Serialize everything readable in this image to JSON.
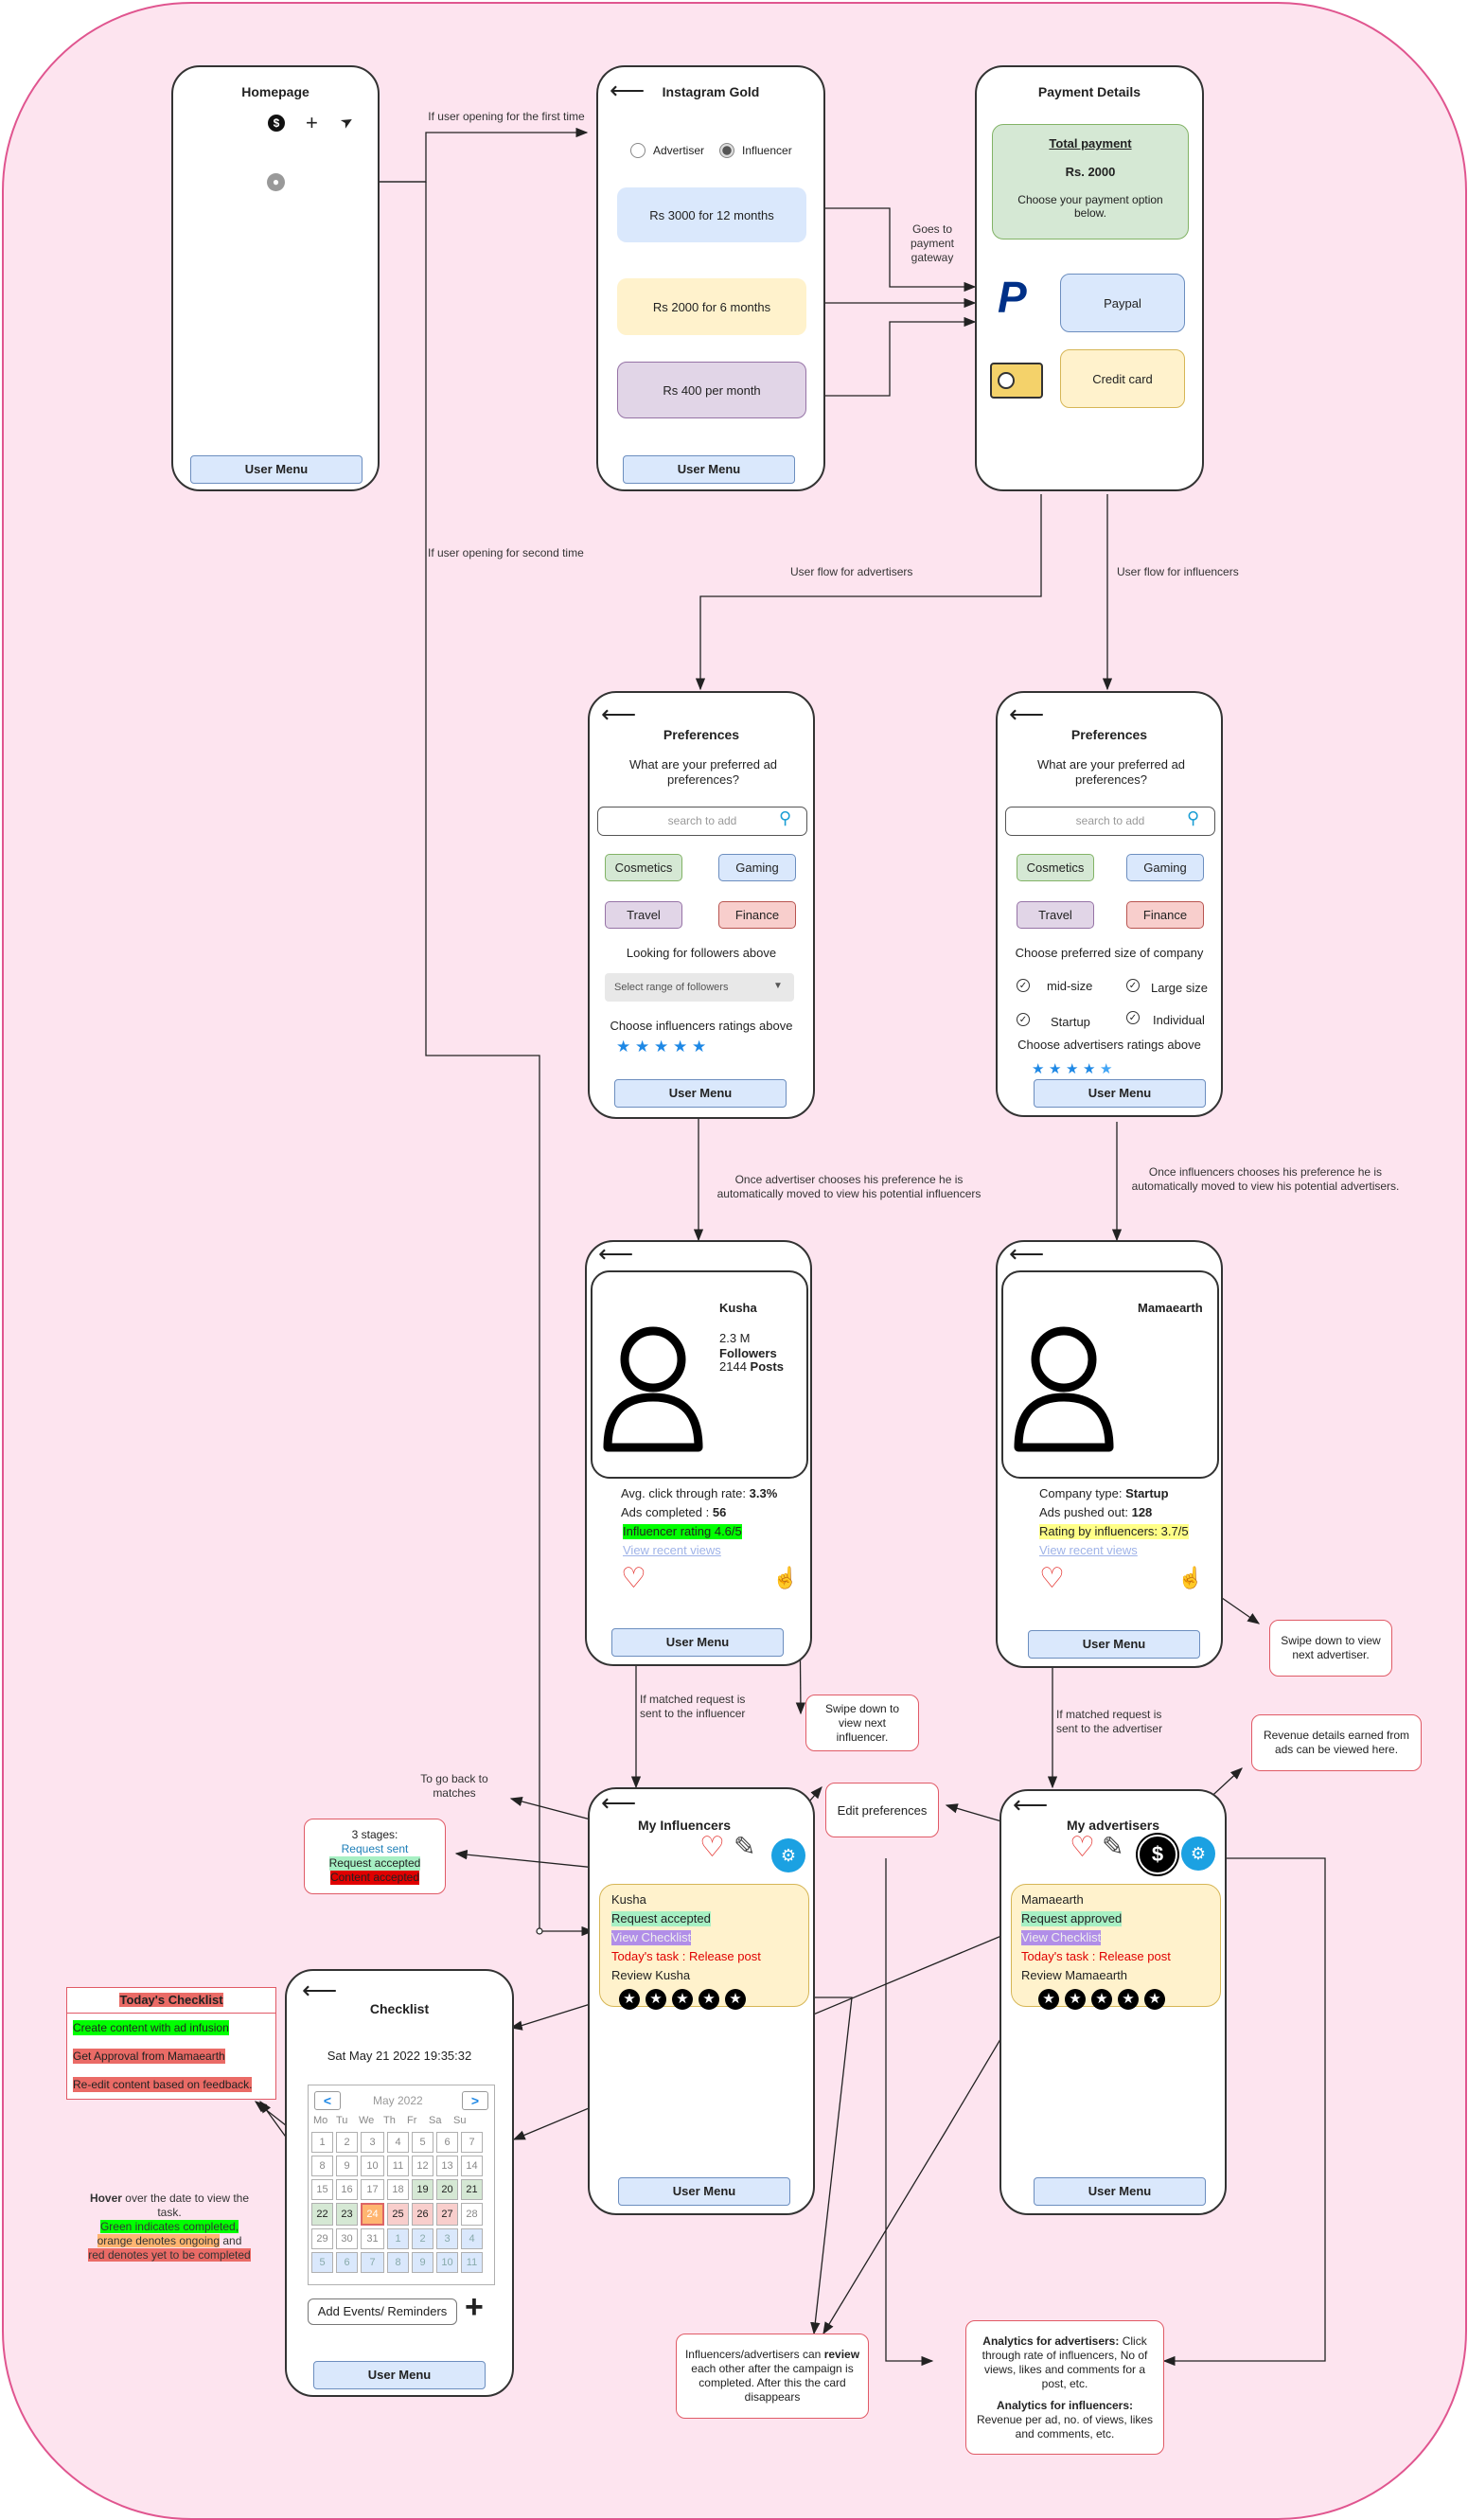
{
  "homepage": {
    "title": "Homepage",
    "user_menu": "User Menu"
  },
  "gold": {
    "title": "Instagram Gold",
    "radio_advertiser": "Advertiser",
    "radio_influencer": "Influencer",
    "plans": [
      "Rs 3000 for 12 months",
      "Rs 2000 for 6 months",
      "Rs 400 per month"
    ],
    "user_menu": "User Menu"
  },
  "payment": {
    "title": "Payment Details",
    "total_label": "Total payment",
    "amount": "Rs. 2000",
    "instruction": "Choose your payment option below.",
    "paypal": "Paypal",
    "credit_card": "Credit card"
  },
  "flow_labels": {
    "first_time": "If user opening for the first time",
    "second_time": "If user opening for second time",
    "gateway": "Goes to payment gateway",
    "advertisers_flow": "User flow for advertisers",
    "influencers_flow": "User flow for influencers",
    "adv_pref_done": "Once advertiser chooses his preference he is automatically moved to view his potential influencers",
    "inf_pref_done": "Once influencers chooses his preference he is automatically moved to view his potential advertisers.",
    "matched_inf": "If matched request is sent to the influencer",
    "matched_adv": "If matched request is sent to the advertiser",
    "go_back": "To go back to matches"
  },
  "pref_adv": {
    "title": "Preferences",
    "question": "What are your preferred ad preferences?",
    "search_placeholder": "search to add",
    "tags": [
      "Cosmetics",
      "Gaming",
      "Travel",
      "Finance"
    ],
    "followers_label": "Looking for followers above",
    "followers_select": "Select range of followers",
    "ratings_label": "Choose influencers ratings above",
    "user_menu": "User Menu"
  },
  "pref_inf": {
    "title": "Preferences",
    "question": "What are your preferred ad preferences?",
    "search_placeholder": "search to add",
    "tags": [
      "Cosmetics",
      "Gaming",
      "Travel",
      "Finance"
    ],
    "size_label": "Choose preferred size of company",
    "sizes": [
      "mid-size",
      "Large size",
      "Startup",
      "Individual"
    ],
    "ratings_label": "Choose advertisers ratings above",
    "user_menu": "User Menu"
  },
  "kusha": {
    "name": "Kusha",
    "followers_num": "2.3 M",
    "followers_label": "Followers",
    "posts_num": "2144",
    "posts_label": "Posts",
    "ctr_label": "Avg. click through rate:",
    "ctr_value": "3.3%",
    "ads_label": "Ads completed :",
    "ads_value": "56",
    "rating": "Influencer rating 4.6/5",
    "recent": "View recent views",
    "user_menu": "User Menu"
  },
  "mamaearth": {
    "name": "Mamaearth",
    "type_label": "Company type:",
    "type_value": "Startup",
    "ads_label": "Ads pushed out:",
    "ads_value": "128",
    "rating_label": "Rating by influencers:",
    "rating_value": "3.7/5",
    "recent": "View recent views",
    "user_menu": "User Menu"
  },
  "swipe_inf": "Swipe down to view next influencer.",
  "swipe_adv": "Swipe down to view next advertiser.",
  "revenue_note": "Revenue details earned from ads can be viewed here.",
  "edit_pref": "Edit preferences",
  "stages": {
    "title": "3 stages:",
    "s1": "Request sent",
    "s2": "Request accepted",
    "s3": "Content accepted"
  },
  "my_inf": {
    "title": "My Influencers",
    "name": "Kusha",
    "status": "Request accepted",
    "checklist": "View Checklist",
    "task": "Today's task : Release post",
    "review": "Review Kusha",
    "user_menu": "User Menu"
  },
  "my_adv": {
    "title": "My advertisers",
    "name": "Mamaearth",
    "status": "Request approved",
    "checklist": "View Checklist",
    "task": "Today's task : Release post",
    "review": "Review Mamaearth",
    "user_menu": "User Menu"
  },
  "todays_checklist": {
    "title": "Today's Checklist",
    "items": [
      "Create content with ad infusion",
      "Get Approval from Mamaearth",
      "Re-edit content based on feedback."
    ]
  },
  "checklist": {
    "title": "Checklist",
    "datetime": "Sat May 21 2022 19:35:32",
    "month": "May 2022",
    "prev": "<",
    "next": ">",
    "days": [
      "Mo",
      "Tu",
      "We",
      "Th",
      "Fr",
      "Sa",
      "Su"
    ],
    "weeks": [
      [
        "1",
        "2",
        "3",
        "4",
        "5",
        "6",
        "7"
      ],
      [
        "8",
        "9",
        "10",
        "11",
        "12",
        "13",
        "14"
      ],
      [
        "15",
        "16",
        "17",
        "18",
        "19",
        "20",
        "21"
      ],
      [
        "22",
        "23",
        "24",
        "25",
        "26",
        "27",
        "28"
      ],
      [
        "29",
        "30",
        "31",
        "1",
        "2",
        "3",
        "4"
      ],
      [
        "5",
        "6",
        "7",
        "8",
        "9",
        "10",
        "11"
      ]
    ],
    "add_events": "Add Events/ Reminders",
    "user_menu": "User Menu"
  },
  "hover_note": {
    "bold": "Hover",
    "rest": " over the date to view the task.",
    "green": "Green indicates completed,",
    "orange": "orange denotes ongoing",
    "and": "and",
    "red": "red denotes yet to be completed"
  },
  "review_note": {
    "pre": "Influencers/advertisers can ",
    "bold": "review",
    "post": " each other after the campaign is completed. After this the card disappears"
  },
  "analytics_note": {
    "adv_bold": "Analytics for advertisers:",
    "adv_text": " Click through rate of influencers, No of views, likes and comments for a post, etc.",
    "inf_bold": "Analytics for influencers:",
    "inf_text": " Revenue per ad, no. of views, likes and comments, etc."
  },
  "colors": {
    "pink_bg": "#fde4ef",
    "border_pink": "#e0558f",
    "user_menu": "#dae8fc",
    "accent_blue": "#1e88e5"
  }
}
